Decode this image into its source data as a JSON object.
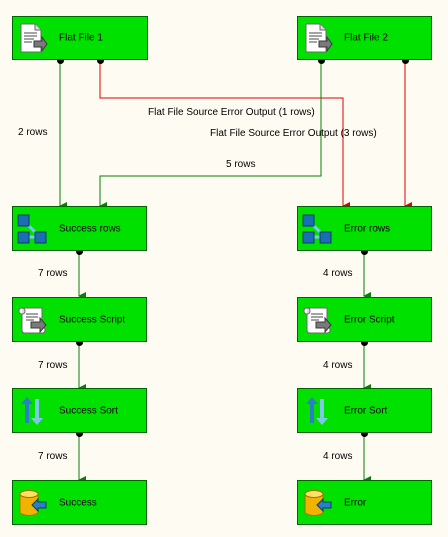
{
  "colors": {
    "background": "#fefcf2",
    "node_fill": "#00e100",
    "node_border": "#006400",
    "success_path": "#0b7d0b",
    "error_path": "#e00000"
  },
  "nodes": {
    "flat_file_1": {
      "label": "Flat File 1",
      "icon": "flat-file-source-icon"
    },
    "flat_file_2": {
      "label": "Flat File 2",
      "icon": "flat-file-source-icon"
    },
    "success_rows": {
      "label": "Success rows",
      "icon": "union-all-icon"
    },
    "error_rows": {
      "label": "Error rows",
      "icon": "union-all-icon"
    },
    "success_script": {
      "label": "Success Script",
      "icon": "script-component-icon"
    },
    "error_script": {
      "label": "Error Script",
      "icon": "script-component-icon"
    },
    "success_sort": {
      "label": "Success Sort",
      "icon": "sort-icon"
    },
    "error_sort": {
      "label": "Error Sort",
      "icon": "sort-icon"
    },
    "success": {
      "label": "Success",
      "icon": "destination-icon"
    },
    "error": {
      "label": "Error",
      "icon": "destination-icon"
    }
  },
  "flows": {
    "ff1_to_success_rows": "2 rows",
    "ff1_error_output": "Flat File Source Error Output (1 rows)",
    "ff2_error_output": "Flat File Source Error Output (3 rows)",
    "ff2_to_success_rows": "5 rows",
    "success_rows_to_script": "7 rows",
    "success_script_to_sort": "7 rows",
    "success_sort_to_dest": "7 rows",
    "error_rows_to_script": "4 rows",
    "error_script_to_sort": "4 rows",
    "error_sort_to_dest": "4 rows"
  }
}
